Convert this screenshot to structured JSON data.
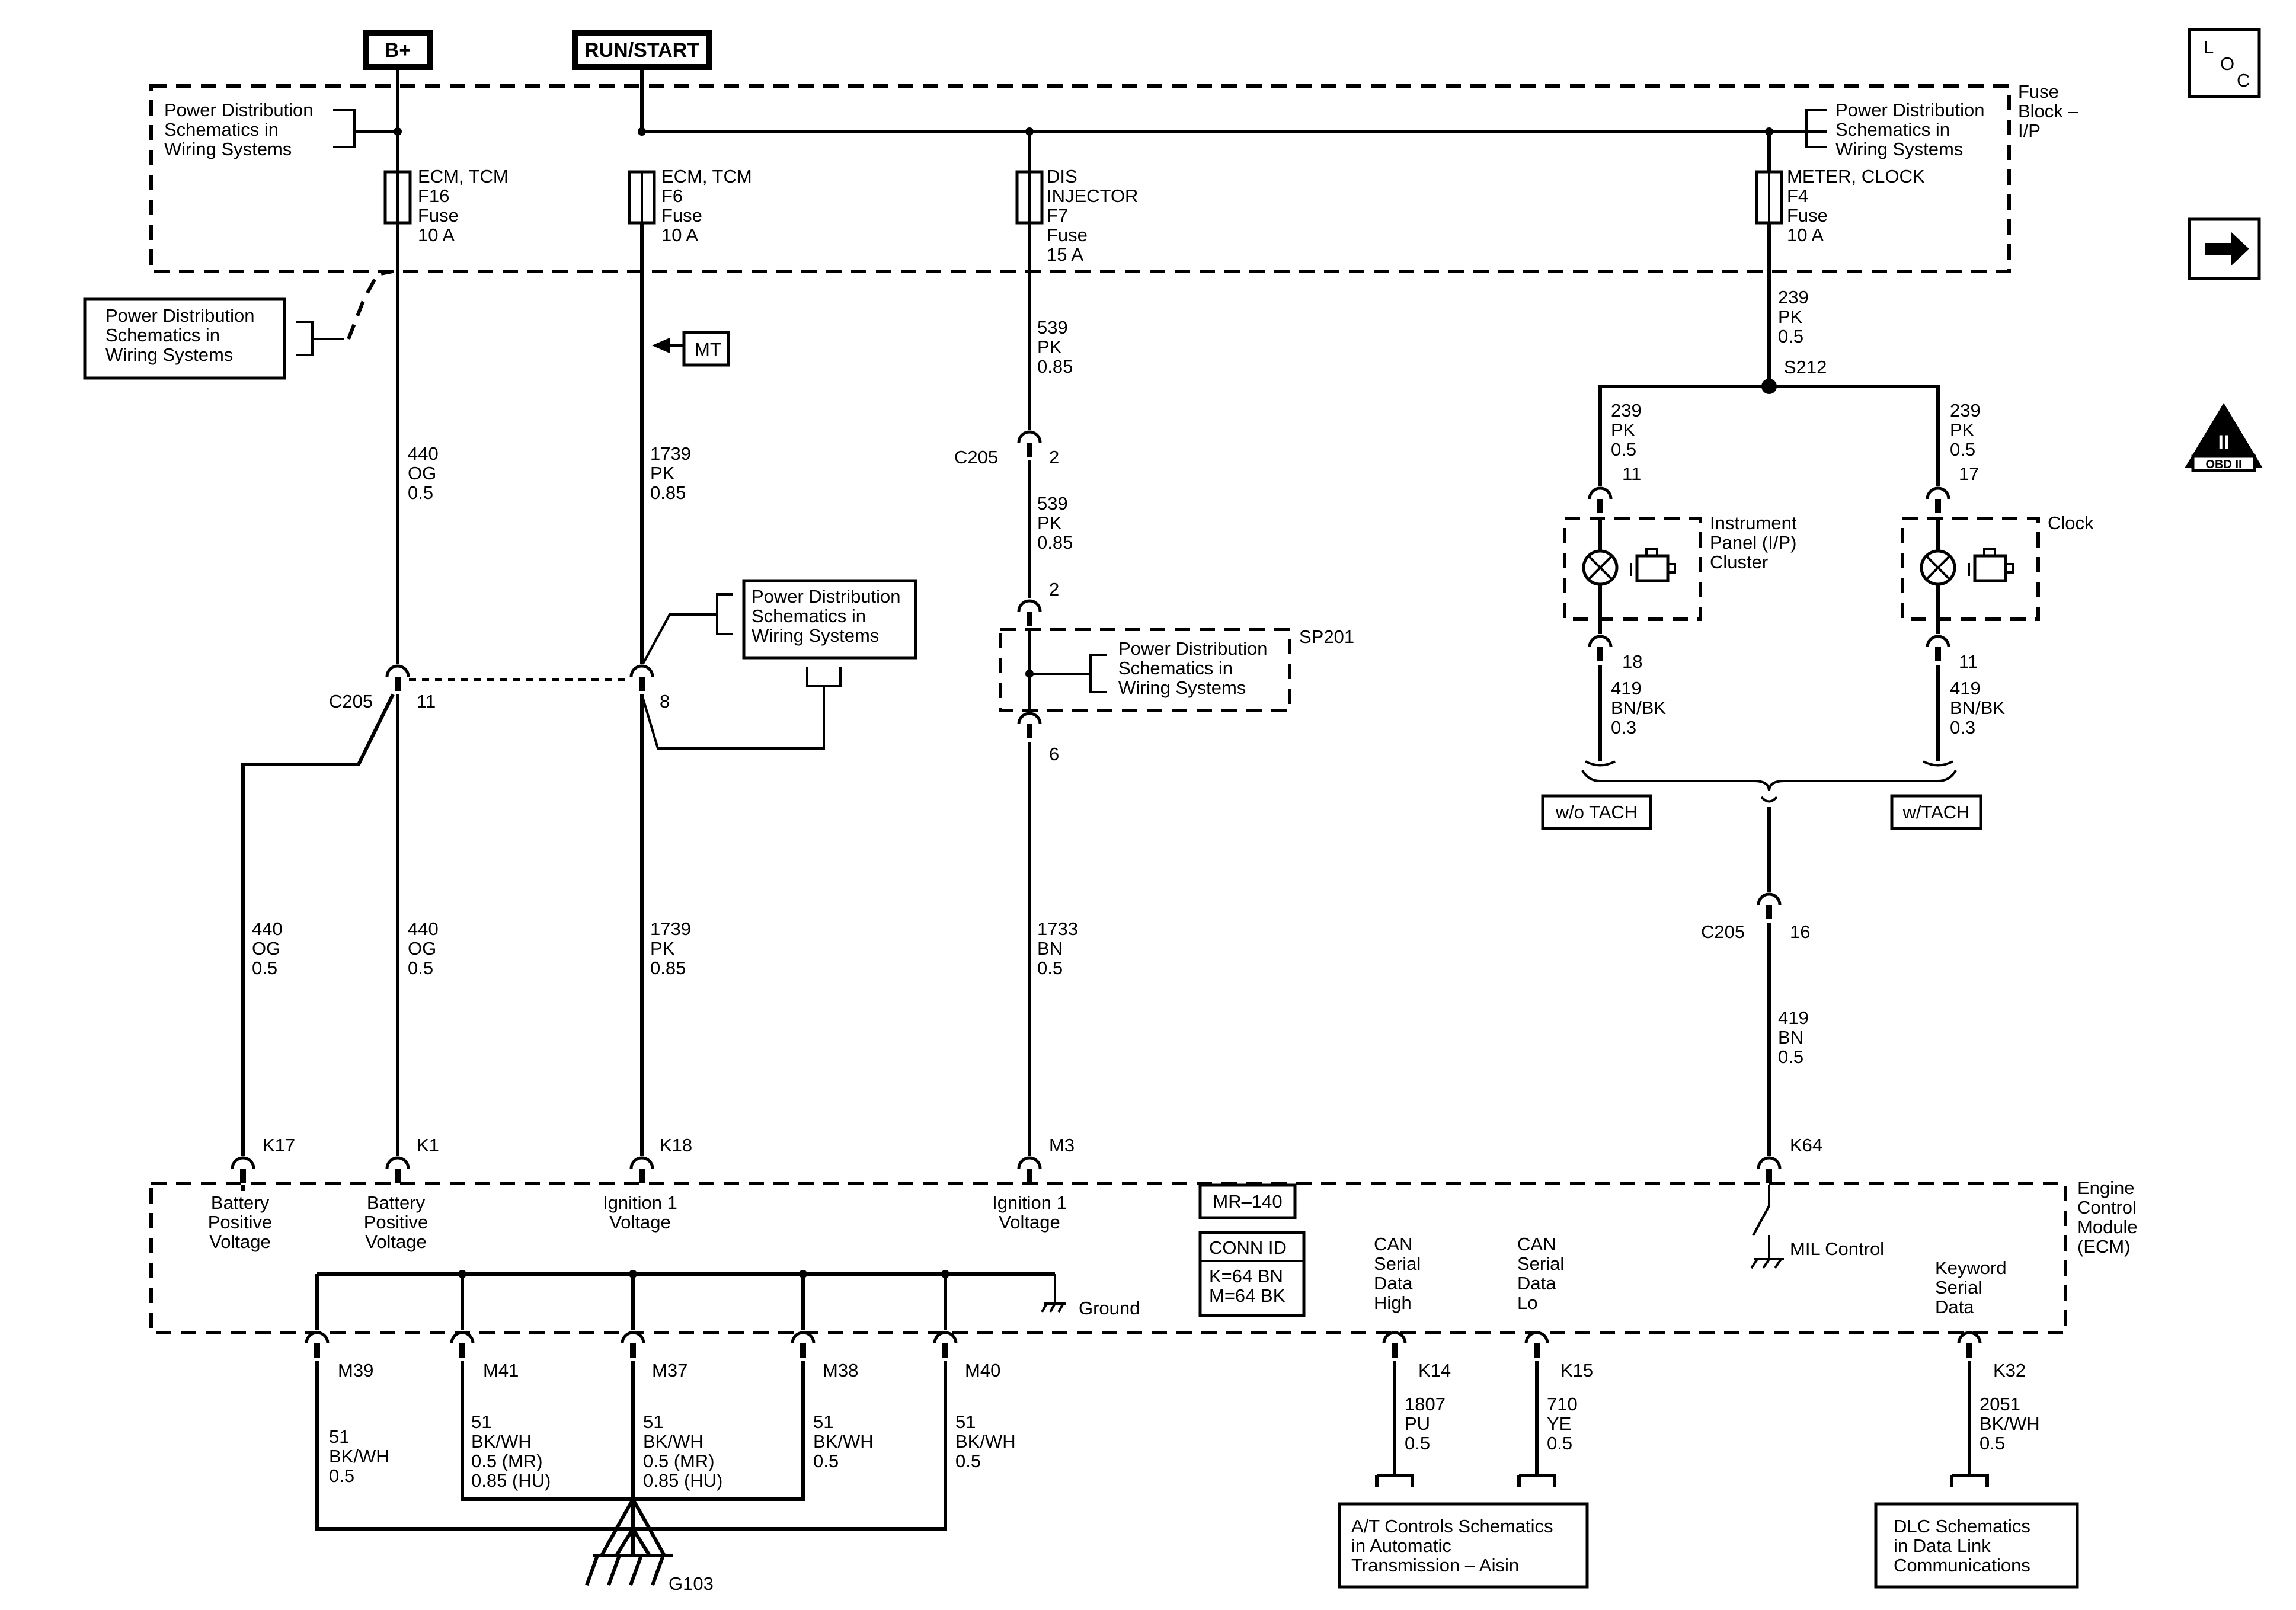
{
  "sources": {
    "bplus": "B+",
    "run_start": "RUN/START"
  },
  "fuse_block": {
    "l1": "Fuse",
    "l2": "Block –",
    "l3": "I/P"
  },
  "pds": {
    "l1": "Power Distribution",
    "l2": "Schematics in",
    "l3": "Wiring Systems"
  },
  "fuses": [
    {
      "l1": "ECM, TCM",
      "l2": "F16",
      "l3": "Fuse",
      "l4": "10 A"
    },
    {
      "l1": "ECM, TCM",
      "l2": "F6",
      "l3": "Fuse",
      "l4": "10 A"
    },
    {
      "l1": "DIS",
      "l2": "INJECTOR",
      "l3": "F7",
      "l4": "Fuse",
      "l5": "15 A"
    },
    {
      "l1": "METER, CLOCK",
      "l2": "F4",
      "l3": "Fuse",
      "l4": "10 A"
    }
  ],
  "mt": "MT",
  "splice": {
    "s212": "S212",
    "sp201": "SP201"
  },
  "connectors": {
    "c205": "C205",
    "pin_11": "11",
    "pin_8": "8",
    "pin_2": "2",
    "pin_6": "6",
    "pin_16": "16",
    "pin_17": "17",
    "pin_18": "18"
  },
  "wires": {
    "w440": {
      "circuit": "440",
      "color": "OG",
      "size": "0.5"
    },
    "w1739": {
      "circuit": "1739",
      "color": "PK",
      "size": "0.85"
    },
    "w539": {
      "circuit": "539",
      "color": "PK",
      "size": "0.85"
    },
    "w1733": {
      "circuit": "1733",
      "color": "BN",
      "size": "0.5"
    },
    "w239": {
      "circuit": "239",
      "color": "PK",
      "size": "0.5"
    },
    "w419a": {
      "circuit": "419",
      "color": "BN/BK",
      "size": "0.3"
    },
    "w419": {
      "circuit": "419",
      "color": "BN",
      "size": "0.5"
    },
    "w51": {
      "circuit": "51",
      "color": "BK/WH",
      "size": "0.5"
    },
    "w51b": {
      "circuit": "51",
      "color": "BK/WH",
      "size1": "0.5 (MR)",
      "size2": "0.85 (HU)"
    },
    "w1807": {
      "circuit": "1807",
      "color": "PU",
      "size": "0.5"
    },
    "w710": {
      "circuit": "710",
      "color": "YE",
      "size": "0.5"
    },
    "w2051": {
      "circuit": "2051",
      "color": "BK/WH",
      "size": "0.5"
    }
  },
  "cluster": {
    "l1": "Instrument",
    "l2": "Panel (I/P)",
    "l3": "Cluster"
  },
  "clock": "Clock",
  "options": {
    "wo_tach": "w/o TACH",
    "w_tach": "w/TACH"
  },
  "ecm": {
    "title": {
      "l1": "Engine",
      "l2": "Control",
      "l3": "Module",
      "l4": "(ECM)"
    },
    "pins": {
      "k17": "K17",
      "k1": "K1",
      "k18": "K18",
      "m3": "M3",
      "k64": "K64",
      "k14": "K14",
      "k15": "K15",
      "k32": "K32"
    },
    "bpv": {
      "l1": "Battery",
      "l2": "Positive",
      "l3": "Voltage"
    },
    "ign": {
      "l1": "Ignition 1",
      "l2": "Voltage"
    },
    "mr140": "MR–140",
    "conn_id": {
      "l1": "CONN ID",
      "l2": "K=64 BN",
      "l3": "M=64 BK"
    },
    "can_high": {
      "l1": "CAN",
      "l2": "Serial",
      "l3": "Data",
      "l4": "High"
    },
    "can_lo": {
      "l1": "CAN",
      "l2": "Serial",
      "l3": "Data",
      "l4": "Lo"
    },
    "mil": "MIL Control",
    "keyword": {
      "l1": "Keyword",
      "l2": "Serial",
      "l3": "Data"
    },
    "ground": "Ground"
  },
  "ground_pins": {
    "m39": "M39",
    "m41": "M41",
    "m37": "M37",
    "m38": "M38",
    "m40": "M40"
  },
  "g103": "G103",
  "refs": {
    "at": {
      "l1": "A/T Controls Schematics",
      "l2": "in Automatic",
      "l3": "Transmission – Aisin"
    },
    "dlc": {
      "l1": "DLC Schematics",
      "l2": "in Data Link",
      "l3": "Communications"
    }
  },
  "side_icons": {
    "loc_l": "L",
    "loc_o": "O",
    "loc_c": "C",
    "obd_numeral": "II",
    "obd": "OBD II",
    "arrow_icon": "right-arrow-icon"
  }
}
